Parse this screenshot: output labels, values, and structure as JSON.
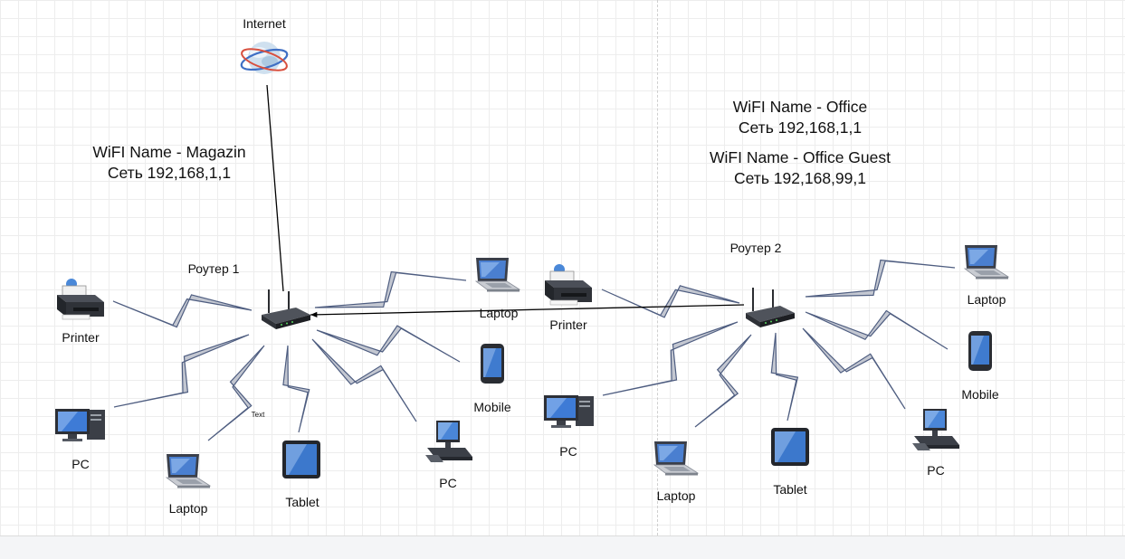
{
  "internet": {
    "label": "Internet"
  },
  "network1": {
    "wifi_name": "WiFI  Name - Magazin",
    "subnet": "Сеть 192,168,1,1"
  },
  "network2": {
    "wifi_name": "WiFI  Name - Office",
    "subnet": "Сеть 192,168,1,1",
    "guest_wifi_name": "WiFI  Name - Office Guest",
    "guest_subnet": "Сеть 192,168,99,1"
  },
  "router1": {
    "label": "Роутер 1"
  },
  "router2": {
    "label": "Роутер 2"
  },
  "text_placeholder": "Text",
  "router1_devices": {
    "printer": "Printer",
    "pc_left": "PC",
    "laptop_bottom": "Laptop",
    "tablet": "Tablet",
    "laptop_top": "Laptop",
    "mobile": "Mobile",
    "pc_right": "PC"
  },
  "router2_devices": {
    "printer": "Printer",
    "pc": "PC",
    "laptop_bottom": "Laptop",
    "tablet": "Tablet",
    "laptop_top": "Laptop",
    "mobile": "Mobile",
    "pc_right": "PC"
  },
  "colors": {
    "wireless_fill": "#c3c7d1",
    "wireless_stroke": "#4e5d80",
    "link": "#000000"
  }
}
